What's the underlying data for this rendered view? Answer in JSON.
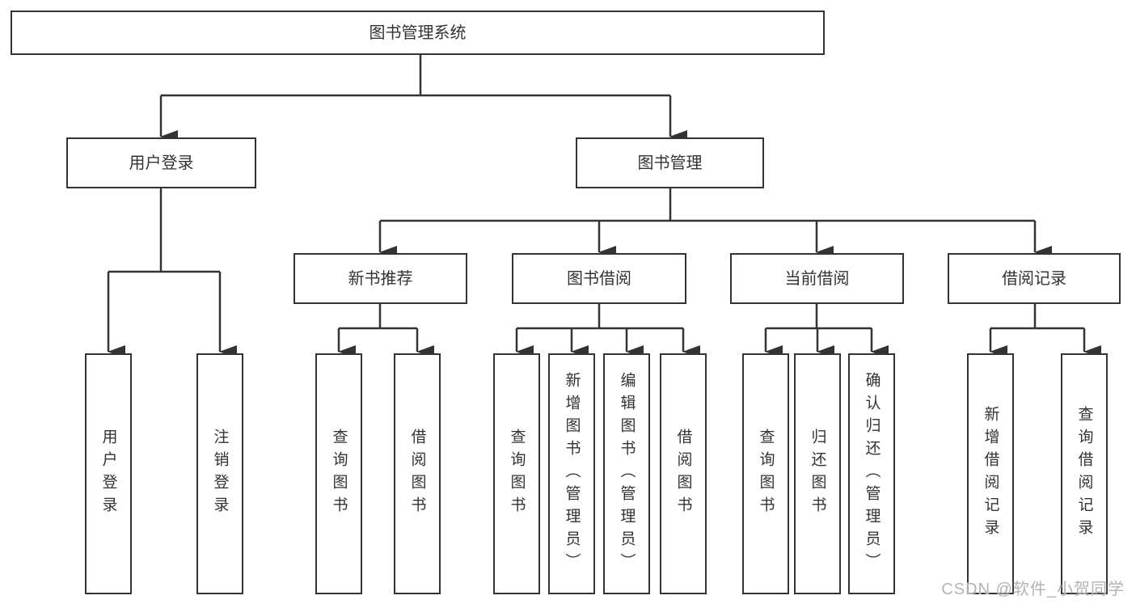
{
  "root": {
    "label": "图书管理系统"
  },
  "level2": [
    {
      "label": "用户登录"
    },
    {
      "label": "图书管理"
    }
  ],
  "level3": [
    {
      "label": "新书推荐"
    },
    {
      "label": "图书借阅"
    },
    {
      "label": "当前借阅"
    },
    {
      "label": "借阅记录"
    }
  ],
  "leaves": [
    {
      "label": "用户登录"
    },
    {
      "label": "注销登录"
    },
    {
      "label": "查询图书"
    },
    {
      "label": "借阅图书"
    },
    {
      "label": "查询图书"
    },
    {
      "label": "新增图书（管理员）"
    },
    {
      "label": "编辑图书（管理员）"
    },
    {
      "label": "借阅图书"
    },
    {
      "label": "查询图书"
    },
    {
      "label": "归还图书"
    },
    {
      "label": "确认归还（管理员）"
    },
    {
      "label": "新增借阅记录"
    },
    {
      "label": "查询借阅记录"
    }
  ],
  "watermark": {
    "text": "CSDN @软件_小贺同学"
  },
  "colors": {
    "line": "#333333",
    "box_border": "#333333",
    "box_fill": "#ffffff",
    "text": "#333333",
    "watermark": "#b3b3b3"
  }
}
